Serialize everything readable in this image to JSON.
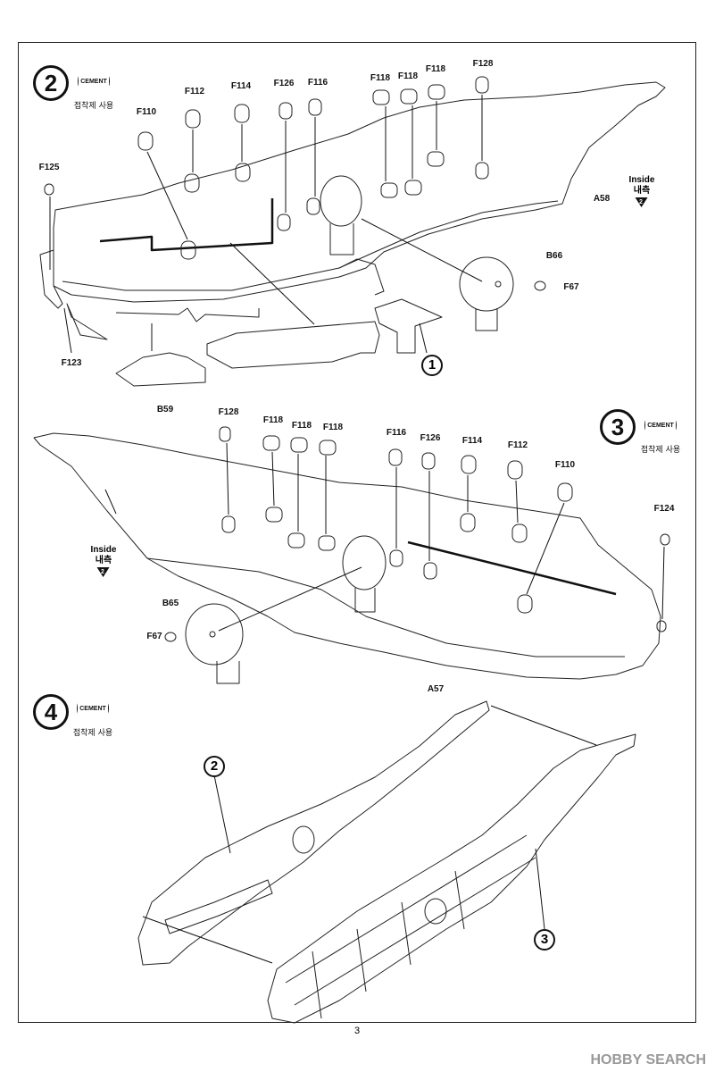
{
  "page": {
    "number": "3"
  },
  "watermark": "HOBBY SEARCH",
  "steps": [
    {
      "number": "2",
      "cement": "CEMENT",
      "cement_note": "접착제 사용"
    },
    {
      "number": "3",
      "cement": "CEMENT",
      "cement_note": "접착제 사용"
    },
    {
      "number": "4",
      "cement": "CEMENT",
      "cement_note": "접착제 사용"
    }
  ],
  "inside_note": {
    "en": "Inside",
    "ko": "내측",
    "ref": "2"
  },
  "step2_parts": [
    "F125",
    "F110",
    "F112",
    "F114",
    "F126",
    "F116",
    "F118",
    "F118",
    "F118",
    "F128",
    "A58",
    "B66",
    "F67",
    "F123",
    "B59"
  ],
  "step3_parts": [
    "F128",
    "F118",
    "F118",
    "F118",
    "F116",
    "F126",
    "F114",
    "F112",
    "F110",
    "F124",
    "B65",
    "F67",
    "A57"
  ],
  "callouts": {
    "c1": "1",
    "c2": "2",
    "c3": "3"
  }
}
